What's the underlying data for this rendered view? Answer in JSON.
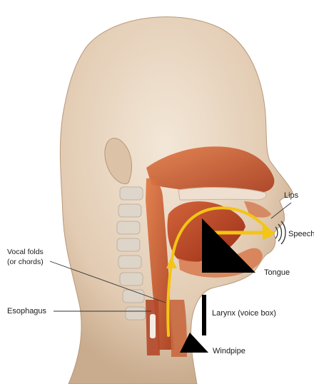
{
  "labels": {
    "lips": "Lips",
    "speech": "Speech",
    "vocal_folds_line1": "Vocal folds",
    "vocal_folds_line2": "(or chords)",
    "esophagus": "Esophagus",
    "tongue": "Tongue",
    "larynx": "Larynx (voice box)",
    "windpipe": "Windpipe"
  },
  "colors": {
    "skin_light": "#efe1cf",
    "skin_shadow": "#c9ab8d",
    "bone": "#dcd6cb",
    "tissue": "#c75a2e",
    "tissue_dark": "#8f2f18",
    "airflow": "#f3c515",
    "marker": "#000000"
  }
}
